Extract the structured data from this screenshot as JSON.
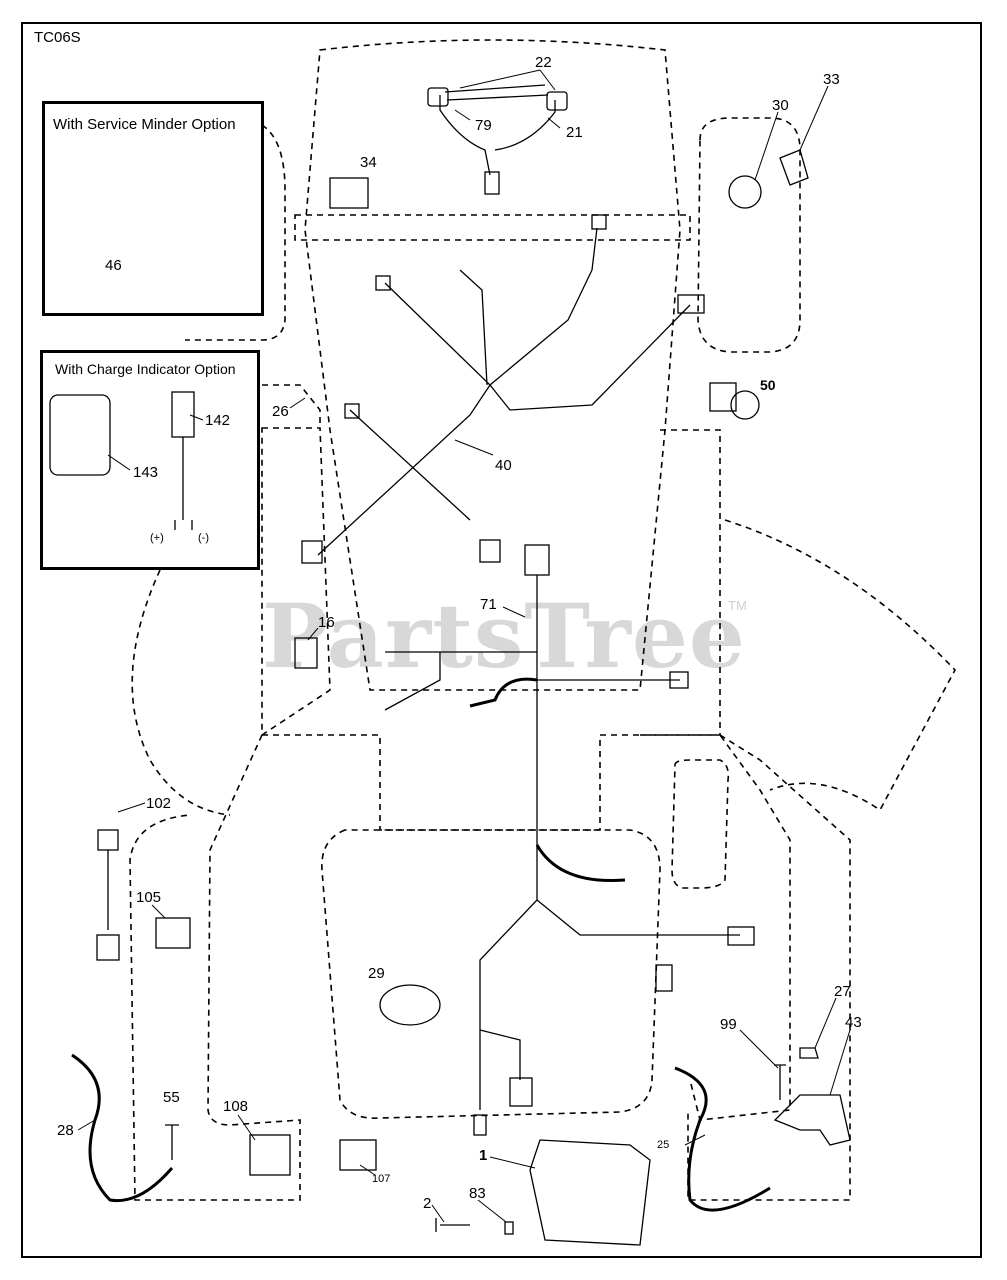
{
  "diagram": {
    "code": "TC06S",
    "watermark": "PartsTree",
    "trademark": "TM",
    "service_minder_title": "With Service Minder Option",
    "charge_indicator_title": "With Charge Indicator Option",
    "polarity_pos": "(+)",
    "polarity_neg": "(-)",
    "callouts": {
      "p1": "1",
      "p2": "2",
      "p16": "16",
      "p21": "21",
      "p22": "22",
      "p25": "25",
      "p26": "26",
      "p27": "27",
      "p28": "28",
      "p29": "29",
      "p30": "30",
      "p33": "33",
      "p34": "34",
      "p40": "40",
      "p43": "43",
      "p46": "46",
      "p50": "50",
      "p55": "55",
      "p71": "71",
      "p79": "79",
      "p83": "83",
      "p99": "99",
      "p102": "102",
      "p105": "105",
      "p107": "107",
      "p108": "108",
      "p142": "142",
      "p143": "143"
    },
    "colors": {
      "ink": "#000000",
      "watermark": "#d8d8d8",
      "background": "#ffffff"
    }
  }
}
